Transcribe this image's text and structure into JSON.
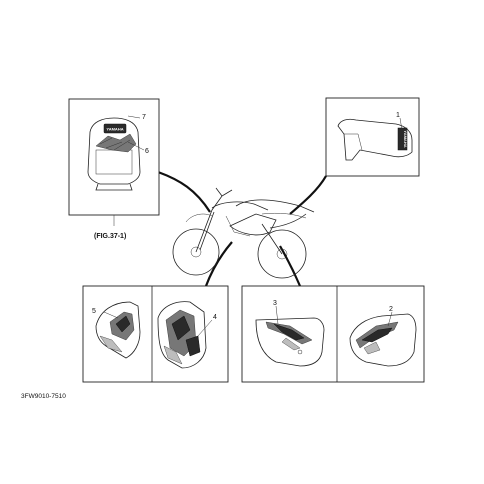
{
  "labels": {
    "callout_1": "1",
    "callout_2": "2",
    "callout_3": "3",
    "callout_4": "4",
    "callout_5": "5",
    "callout_6": "6",
    "callout_7": "7",
    "fig_ref": "(FIG.37-1)",
    "drawing_code": "3FW9010-7510"
  },
  "decal_text": {
    "seat_brand": "YAMAHA",
    "plate_brand": "YAMAHA"
  }
}
